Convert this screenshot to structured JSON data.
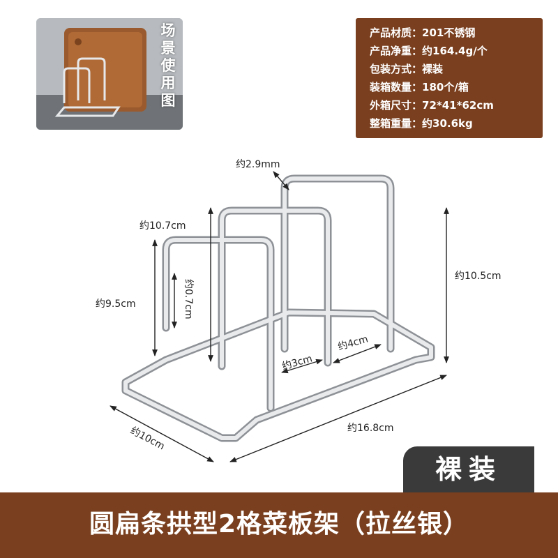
{
  "scene": {
    "caption": "场景使用图"
  },
  "specs": [
    {
      "label": "产品材质",
      "value": "201不锈钢"
    },
    {
      "label": "产品净重",
      "value": "约164.4g/个"
    },
    {
      "label": "包装方式",
      "value": "裸装"
    },
    {
      "label": "装箱数量",
      "value": "180个/箱"
    },
    {
      "label": "外箱尺寸",
      "value": "72*41*62cm"
    },
    {
      "label": "整箱重量",
      "value": "约30.6kg"
    }
  ],
  "dimensions": {
    "wire": "约2.9mm",
    "front_slot_height": "约10.7cm",
    "front_height": "约9.5cm",
    "gap_vertical": "约0.7cm",
    "slot_width_front": "约3cm",
    "slot_width_back": "约4cm",
    "total_height": "约10.5cm",
    "depth": "约10cm",
    "length": "约16.8cm"
  },
  "badge": "裸装",
  "product_title": "圆扁条拱型2格菜板架（拉丝银）",
  "colors": {
    "brand_brown": "#7a3f1e",
    "badge_dark": "#3a3a3a",
    "steel": "#b9bdc2"
  }
}
